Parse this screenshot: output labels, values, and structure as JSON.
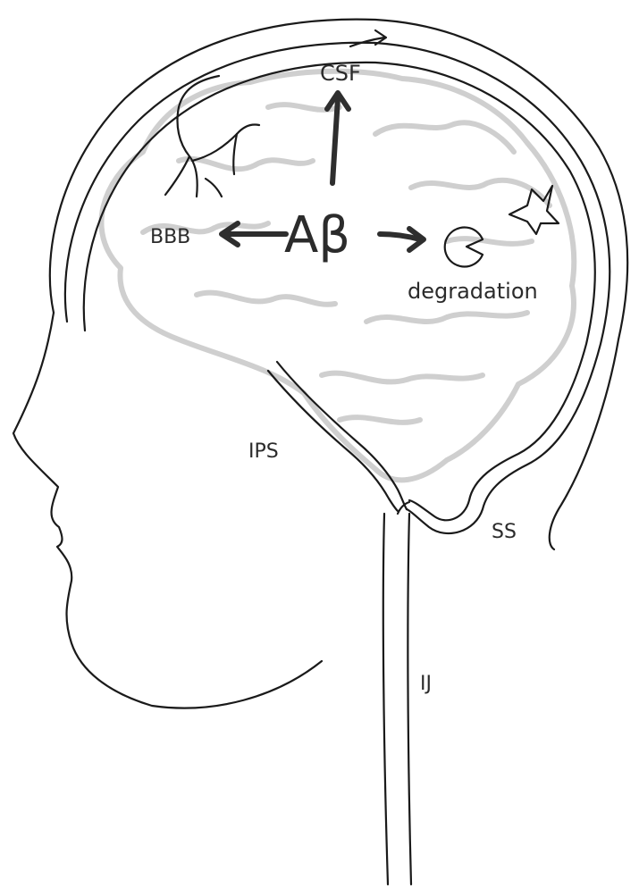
{
  "labels": {
    "abeta": "Aβ",
    "csf": "CSF",
    "bbb": "BBB",
    "degradation": "degradation",
    "ips": "IPS",
    "ss": "SS",
    "ij": "IJ"
  }
}
